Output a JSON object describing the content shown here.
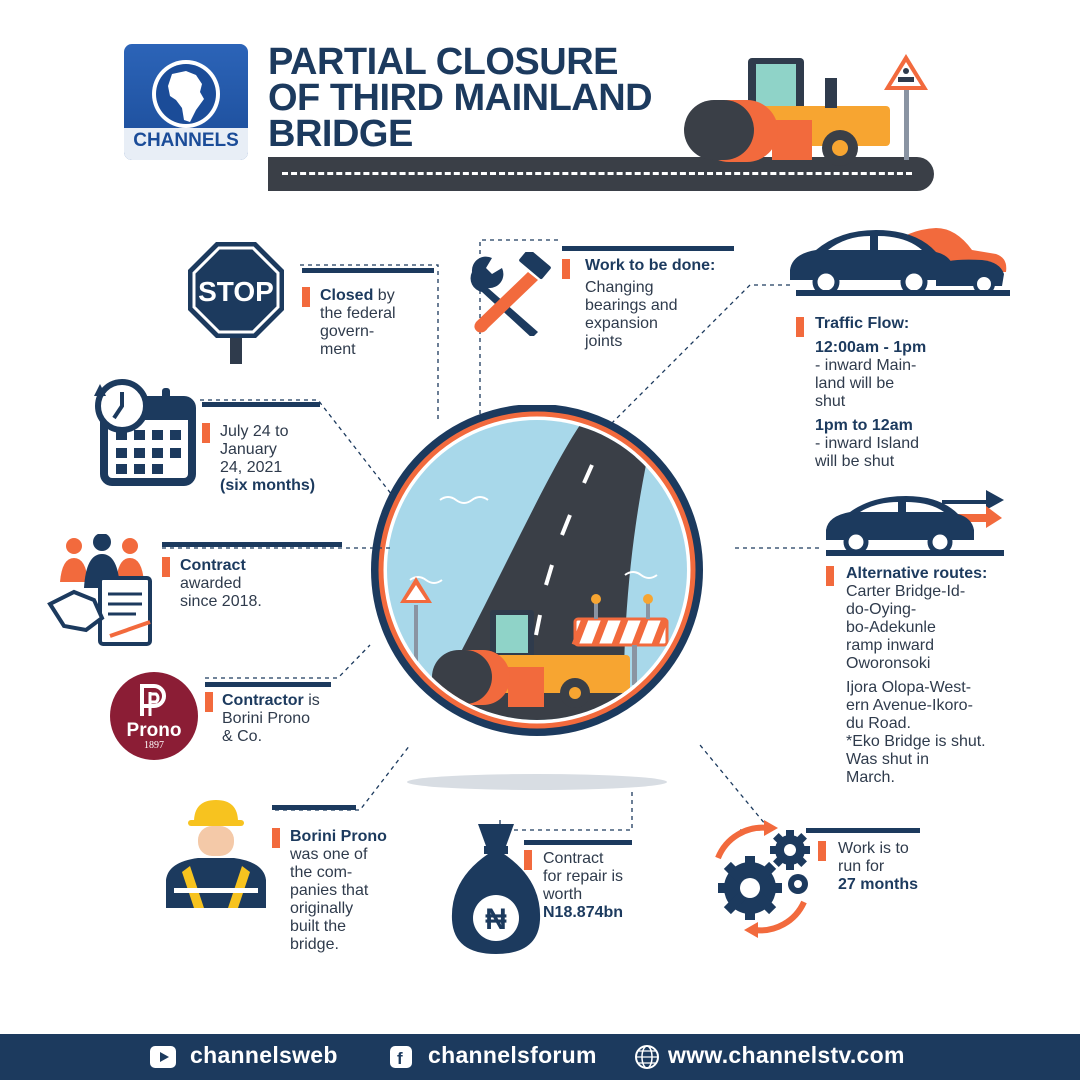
{
  "logo": {
    "text": "CHANNELS"
  },
  "header": {
    "title_line1": "PARTIAL CLOSURE",
    "title_line2": "OF THIRD MAINLAND",
    "title_line3": "BRIDGE"
  },
  "stop": {
    "sign": "STOP",
    "bold": "Closed",
    "rest1": " by",
    "rest2": "the federal",
    "rest3": "govern-",
    "rest4": "ment"
  },
  "dates": {
    "line1": "July 24 to",
    "line2": "January",
    "line3": "24, 2021",
    "line4": "(six months)"
  },
  "contract": {
    "bold": "Contract",
    "line2": "awarded",
    "line3": "since 2018."
  },
  "contractor": {
    "logo_main": "Prono",
    "logo_year": "1897",
    "bold": "Contractor",
    "rest": " is",
    "line2": "Borini Prono",
    "line3": "& Co."
  },
  "builder": {
    "bold": "Borini Prono",
    "line2": "was one of",
    "line3": "the com-",
    "line4": "panies that",
    "line5": "originally",
    "line6": "built the",
    "line7": "bridge."
  },
  "worth": {
    "line1": "Contract",
    "line2": "for repair is",
    "line3": "worth",
    "amount": "N18.874bn",
    "currency_symbol": "₦"
  },
  "work": {
    "title": "Work to be done:",
    "line1": "Changing",
    "line2": "bearings and",
    "line3": "expansion",
    "line4": "joints"
  },
  "traffic": {
    "title": "Traffic Flow:",
    "time1": "12:00am - 1pm",
    "t1a": "- inward Main-",
    "t1b": "land will be",
    "t1c": "shut",
    "time2": "1pm to 12am",
    "t2a": "- inward Island",
    "t2b": "will be shut"
  },
  "routes": {
    "title": "Alternative routes:",
    "l1": "Carter Bridge-Id-",
    "l2": "do-Oying-",
    "l3": "bo-Adekunle",
    "l4": "ramp inward",
    "l5": "Oworonsoki",
    "l6": "Ijora Olopa-West-",
    "l7": "ern Avenue-Ikoro-",
    "l8": "du Road.",
    "l9": "*Eko Bridge is shut.",
    "l10": "Was shut in",
    "l11": "March."
  },
  "duration": {
    "line1": "Work is to",
    "line2": "run for",
    "bold": "27 months"
  },
  "footer": {
    "youtube": "channelsweb",
    "facebook": "channelsforum",
    "web": "www.channelstv.com"
  },
  "colors": {
    "navy": "#1c3a5e",
    "orange": "#f26a3d",
    "sky": "#a8d8ea",
    "road": "#3a3f47"
  }
}
